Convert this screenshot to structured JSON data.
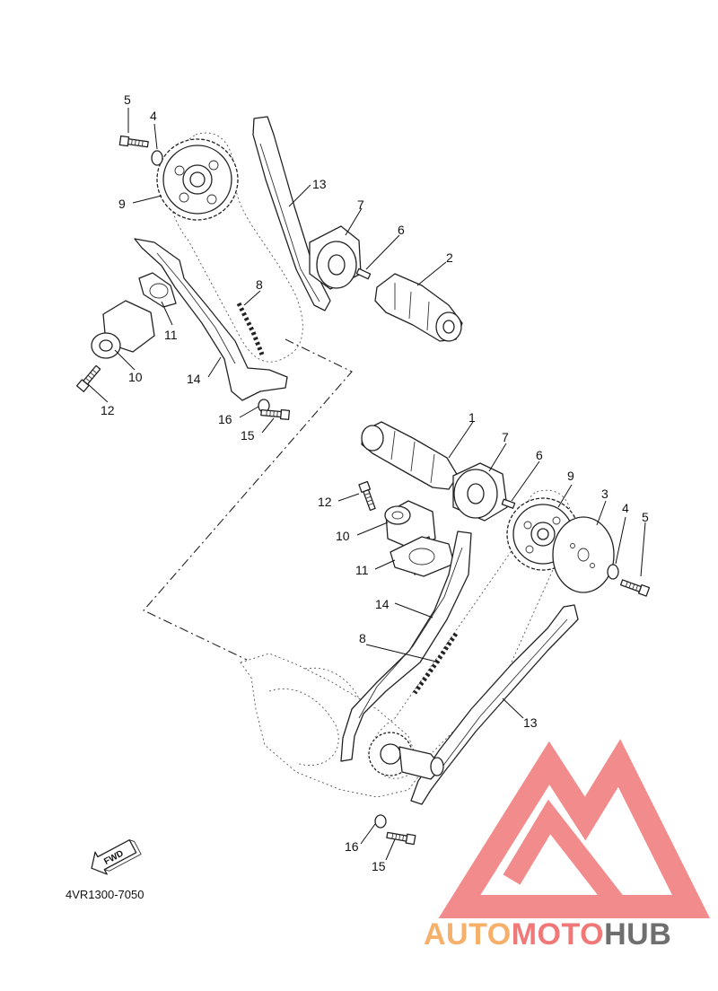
{
  "diagram_code": "4VR1300-7050",
  "fwd_label": "FWD",
  "brand": {
    "part1": "AUTO",
    "part2": "MOTO",
    "part3": "HUB"
  },
  "colors": {
    "logo_red": "#f07878",
    "logo_orange": "#f6b06a",
    "logo_gray": "#6f6f6f",
    "line": "#222222"
  },
  "callouts": {
    "top": [
      {
        "id": "t5",
        "num": "5",
        "part": "bolt"
      },
      {
        "id": "t4",
        "num": "4",
        "part": "washer"
      },
      {
        "id": "t9",
        "num": "9",
        "part": "cam-sprocket"
      },
      {
        "id": "t13",
        "num": "13",
        "part": "chain-guide"
      },
      {
        "id": "t7",
        "num": "7",
        "part": "decompressor-weight"
      },
      {
        "id": "t6",
        "num": "6",
        "part": "pin"
      },
      {
        "id": "t2",
        "num": "2",
        "part": "camshaft"
      },
      {
        "id": "t8",
        "num": "8",
        "part": "cam-chain"
      },
      {
        "id": "t11",
        "num": "11",
        "part": "gasket"
      },
      {
        "id": "t10",
        "num": "10",
        "part": "chain-tensioner"
      },
      {
        "id": "t14",
        "num": "14",
        "part": "tensioner-guide"
      },
      {
        "id": "t12",
        "num": "12",
        "part": "bolt"
      },
      {
        "id": "t16",
        "num": "16",
        "part": "washer"
      },
      {
        "id": "t15",
        "num": "15",
        "part": "bolt"
      }
    ],
    "bottom": [
      {
        "id": "b1",
        "num": "1",
        "part": "camshaft"
      },
      {
        "id": "b7",
        "num": "7",
        "part": "decompressor-weight"
      },
      {
        "id": "b6",
        "num": "6",
        "part": "pin"
      },
      {
        "id": "b9",
        "num": "9",
        "part": "cam-sprocket"
      },
      {
        "id": "b3",
        "num": "3",
        "part": "plate"
      },
      {
        "id": "b4",
        "num": "4",
        "part": "washer"
      },
      {
        "id": "b5",
        "num": "5",
        "part": "bolt"
      },
      {
        "id": "b12",
        "num": "12",
        "part": "bolt"
      },
      {
        "id": "b10",
        "num": "10",
        "part": "chain-tensioner"
      },
      {
        "id": "b11",
        "num": "11",
        "part": "gasket"
      },
      {
        "id": "b14",
        "num": "14",
        "part": "tensioner-guide"
      },
      {
        "id": "b8",
        "num": "8",
        "part": "cam-chain"
      },
      {
        "id": "b13",
        "num": "13",
        "part": "chain-guide"
      },
      {
        "id": "b16",
        "num": "16",
        "part": "washer"
      },
      {
        "id": "b15",
        "num": "15",
        "part": "bolt"
      }
    ]
  }
}
